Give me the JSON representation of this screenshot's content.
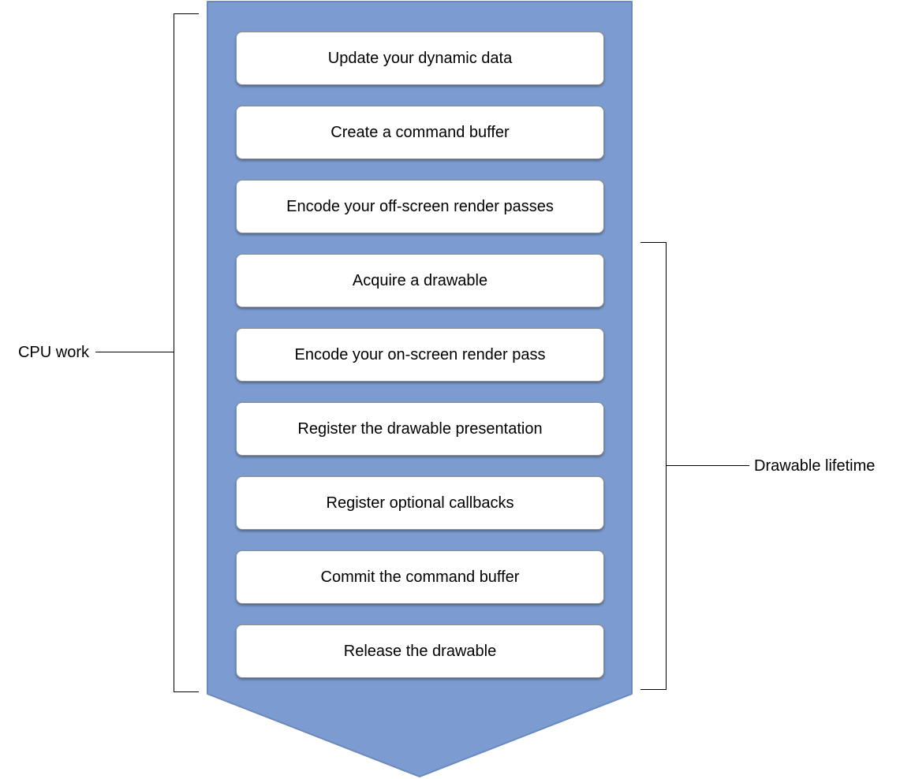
{
  "diagram": {
    "steps": [
      "Update your dynamic data",
      "Create a command buffer",
      "Encode your off-screen render passes",
      "Acquire a drawable",
      "Encode your on-screen render pass",
      "Register the drawable presentation",
      "Register optional callbacks",
      "Commit the command buffer",
      "Release the drawable"
    ],
    "left_label": "CPU work",
    "right_label": "Drawable lifetime",
    "colors": {
      "arrow_fill": "#7C9CD1",
      "arrow_stroke": "#6a89be"
    }
  }
}
